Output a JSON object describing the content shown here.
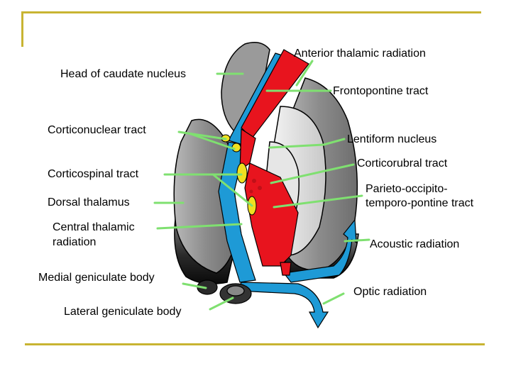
{
  "labels": {
    "anterior_thalamic_radiation": "Anterior thalamic radiation",
    "head_of_caudate_nucleus": "Head of caudate nucleus",
    "frontopontine_tract": "Frontopontine tract",
    "corticonuclear_tract": "Corticonuclear tract",
    "lentiform_nucleus": "Lentiform nucleus",
    "corticorubral_tract": "Corticorubral tract",
    "corticospinal_tract": "Corticospinal tract",
    "parieto_occipito_line1": "Parieto-occipito-",
    "parieto_occipito_line2": "temporo-pontine tract",
    "dorsal_thalamus": "Dorsal  thalamus",
    "central_thalamic_line1": "Central thalamic",
    "central_thalamic_line2": "radiation",
    "acoustic_radiation": "Acoustic radiation",
    "medial_geniculate_body": "Medial geniculate body",
    "optic_radiation": "Optic radiation",
    "lateral_geniculate_body": "Lateral geniculate body"
  },
  "colors": {
    "frame": "#c8b432",
    "pointer": "#7fe070",
    "red_tract": "#e8141e",
    "blue_tract": "#1e9ad6",
    "yellow_nucleus": "#f0e020",
    "gray_structure": "#8a8a8a"
  }
}
